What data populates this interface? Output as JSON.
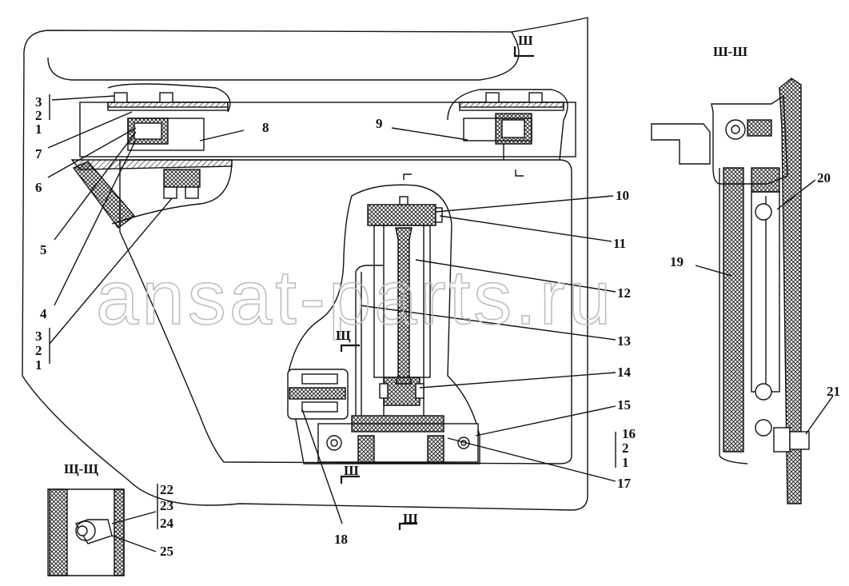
{
  "callouts": {
    "c1": "1",
    "c2": "2",
    "c3": "3",
    "c4": "4",
    "c5": "5",
    "c6": "6",
    "c7": "7",
    "c8": "8",
    "c9": "9",
    "c10": "10",
    "c11": "11",
    "c12": "12",
    "c13": "13",
    "c14": "14",
    "c15": "15",
    "c16": "16",
    "c17": "17",
    "c18": "18",
    "c19": "19",
    "c20": "20",
    "c21": "21",
    "c22": "22",
    "c23": "23",
    "c24": "24",
    "c25": "25"
  },
  "sections": {
    "sha_title": "Ш-Ш",
    "shcha_title": "Щ-Щ",
    "sha_mark": "Ш",
    "shcha_mark": "Щ"
  },
  "watermark": "ansat-parts.ru"
}
